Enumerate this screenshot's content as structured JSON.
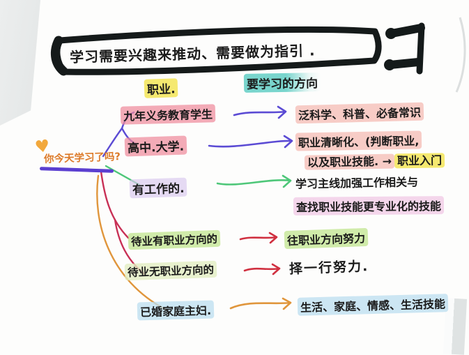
{
  "title": "学习需要兴趣来推动、需要做为指引 .",
  "headers": {
    "occupation": "职业.",
    "direction": "要学习的方向"
  },
  "center": {
    "question": "你今天学习了吗?",
    "heart_icon": "♥"
  },
  "rows": [
    {
      "label": "九年义务教育学生",
      "right": [
        "泛科学、科普、必备常识"
      ]
    },
    {
      "label": "高中.大学.",
      "right": [
        "职业清晰化、(判断职业,",
        "以及职业技能. →",
        "职业入门"
      ]
    },
    {
      "label": "有工作的.",
      "right": [
        "学习主线加强工作相关与",
        "查找职业技能更专业化的技能"
      ]
    },
    {
      "label": "待业有职业方向的",
      "right": [
        "往职业方向努力"
      ]
    },
    {
      "label": "待业无职业方向的",
      "right": [
        "择一行努力."
      ]
    },
    {
      "label": "已婚家庭主妇.",
      "right": [
        "生活、家庭、情感、生活技能"
      ]
    }
  ],
  "colors": {
    "yellow": "#f2e34ccc",
    "cyan": "#79d5cd",
    "pinkStrong": "#ee8a9cb8",
    "pink": "#f3b3abab",
    "lavender": "#d9c9efb0",
    "violetPink": "#efc3e4b0",
    "green": "#bfe48dbb",
    "lightGreen": "#e2eec2cc",
    "blue": "#bcdff0c4",
    "heartOrange": "#f2a83c",
    "centerText": "#dd7b2a",
    "underlinePurple": "#5b3fd0",
    "indigo": "#5b4bd4",
    "greenLine": "#4ec779",
    "crimson": "#c83055",
    "red": "#d03040",
    "orange": "#e0963c",
    "inkBlack": "#1b1b1b"
  }
}
